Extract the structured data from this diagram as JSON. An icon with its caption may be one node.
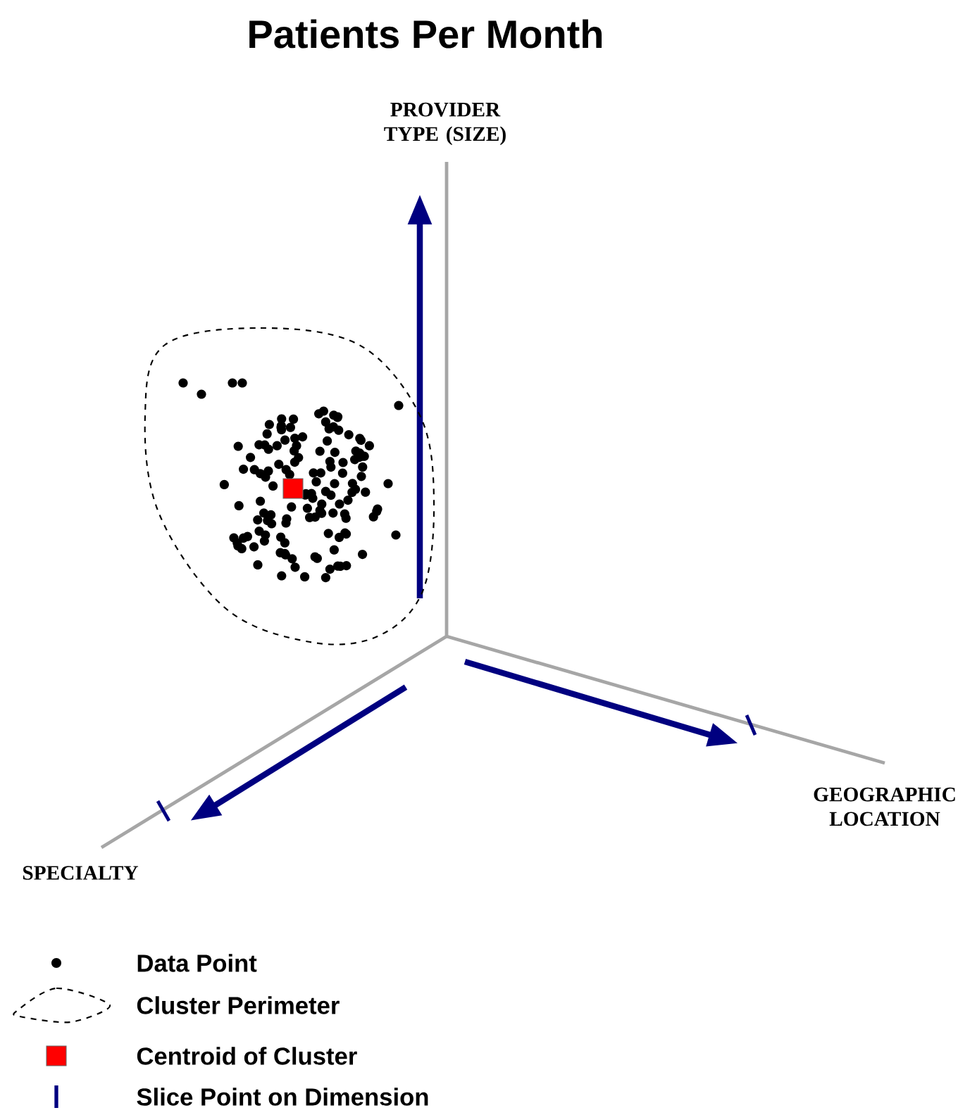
{
  "diagram": {
    "title": "Patients Per Month",
    "labels": [
      "PROVIDER TYPE (SIZE)",
      "GEOGRAPHIC LOCATION",
      "SPECIALTY"
    ],
    "legend": [
      {
        "text": "Data Point"
      },
      {
        "text": "Cluster Perimeter"
      },
      {
        "text": "Centroid of Cluster",
        "color": "#ff0000"
      },
      {
        "text": "Slice Point on Dimension"
      }
    ]
  }
}
